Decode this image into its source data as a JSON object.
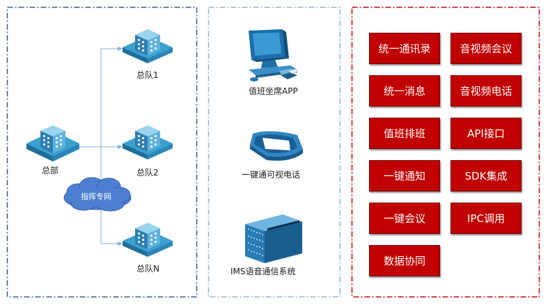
{
  "network": {
    "hq_label": "总部",
    "cloud_label": "指挥专网",
    "branches": [
      "总队1",
      "总队2",
      "总队N"
    ]
  },
  "devices": {
    "desk_app": "值班坐席APP",
    "video_phone": "一键通可视电话",
    "ims_system": "IMS语音通信系统"
  },
  "features": [
    "统一通讯录",
    "音视频会议",
    "统一消息",
    "音视频电话",
    "值班排班",
    "API接口",
    "一键通知",
    "SDK集成",
    "一键会议",
    "IPC调用",
    "数据协同"
  ],
  "colors": {
    "network_border": "#2e5f8a",
    "devices_border": "#8fb3d4",
    "features_border": "#c00000",
    "button_fill": "#c00000",
    "line": "#7fb0dc",
    "cloud": "#4d7fd1"
  }
}
